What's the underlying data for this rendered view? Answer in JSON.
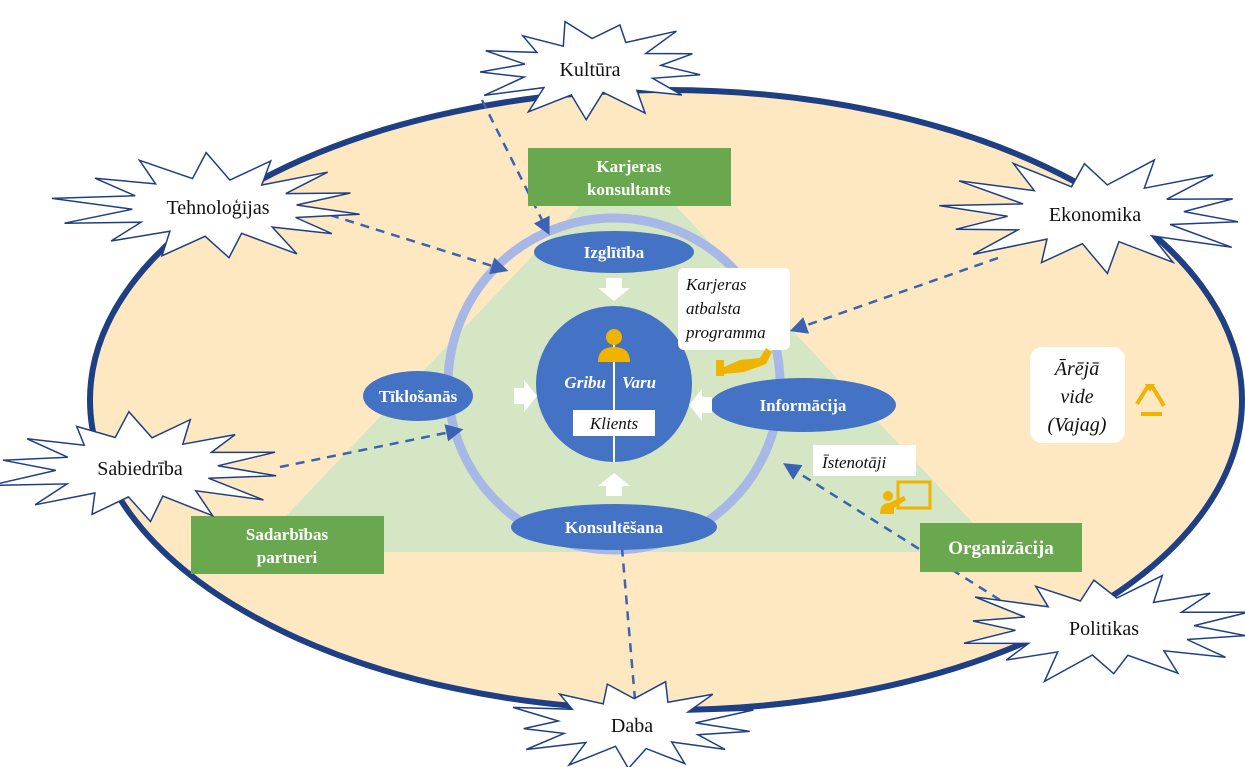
{
  "colors": {
    "env_fill": "#fde8c2",
    "env_stroke": "#1f3f85",
    "triangle_fill": "#d4e6c4",
    "ring": "#a8b8e6",
    "ellipse_blue": "#4472c4",
    "green_box": "#6aa84f",
    "arrow_dash": "#3b63b3",
    "icon_gold": "#f0b400",
    "white": "#ffffff",
    "text_dark": "#111111"
  },
  "outer_forces": [
    {
      "id": "kultura",
      "label": "Kultūra"
    },
    {
      "id": "tehnologijas",
      "label": "Tehnoloģijas"
    },
    {
      "id": "ekonomika",
      "label": "Ekonomika"
    },
    {
      "id": "sabiedriba",
      "label": "Sabiedrība"
    },
    {
      "id": "politikas",
      "label": "Politikas"
    },
    {
      "id": "daba",
      "label": "Daba"
    }
  ],
  "actors": {
    "karjeras_konsultants": [
      "Karjeras",
      "konsultants"
    ],
    "sadarbibas_partneri": [
      "Sadarbības",
      "partneri"
    ],
    "organizacija": "Organizācija"
  },
  "services": {
    "izglitiba": "Izglītība",
    "tiklosanas": "Tīklošanās",
    "informacija": "Informācija",
    "konsultesana": "Konsultēšana"
  },
  "client": {
    "gribu": "Gribu",
    "varu": "Varu",
    "label": "Klients"
  },
  "notes": {
    "program": [
      "Karjeras",
      "atbalsta",
      "programma"
    ],
    "implementers": "Īstenotāji",
    "environment": [
      "Ārējā",
      "vide",
      "(Vajag)"
    ]
  },
  "icons": {
    "client": "person-icon",
    "program": "helping-hand-icon",
    "implementers": "presenter-icon",
    "environment": "recycle-icon"
  }
}
